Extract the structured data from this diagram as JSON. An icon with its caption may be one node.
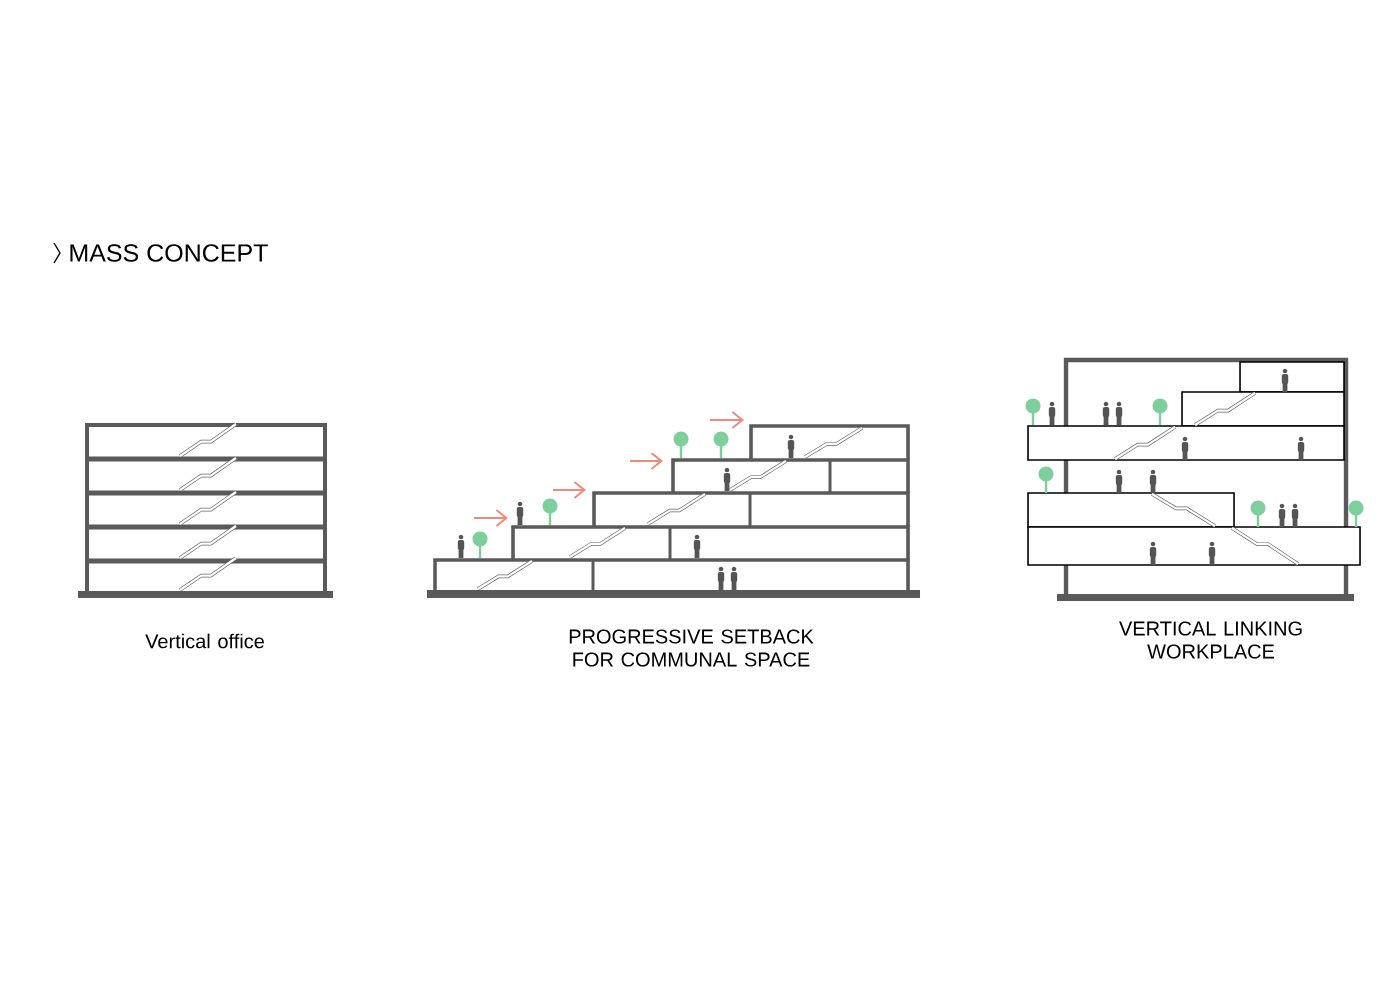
{
  "diagram": {
    "title": "MASS CONCEPT",
    "labels": [
      "Vertical office",
      "PROGRESSIVE SETBACK FOR COMMUNAL SPACE",
      "VERTICAL LINKING WORKPLACE"
    ]
  }
}
